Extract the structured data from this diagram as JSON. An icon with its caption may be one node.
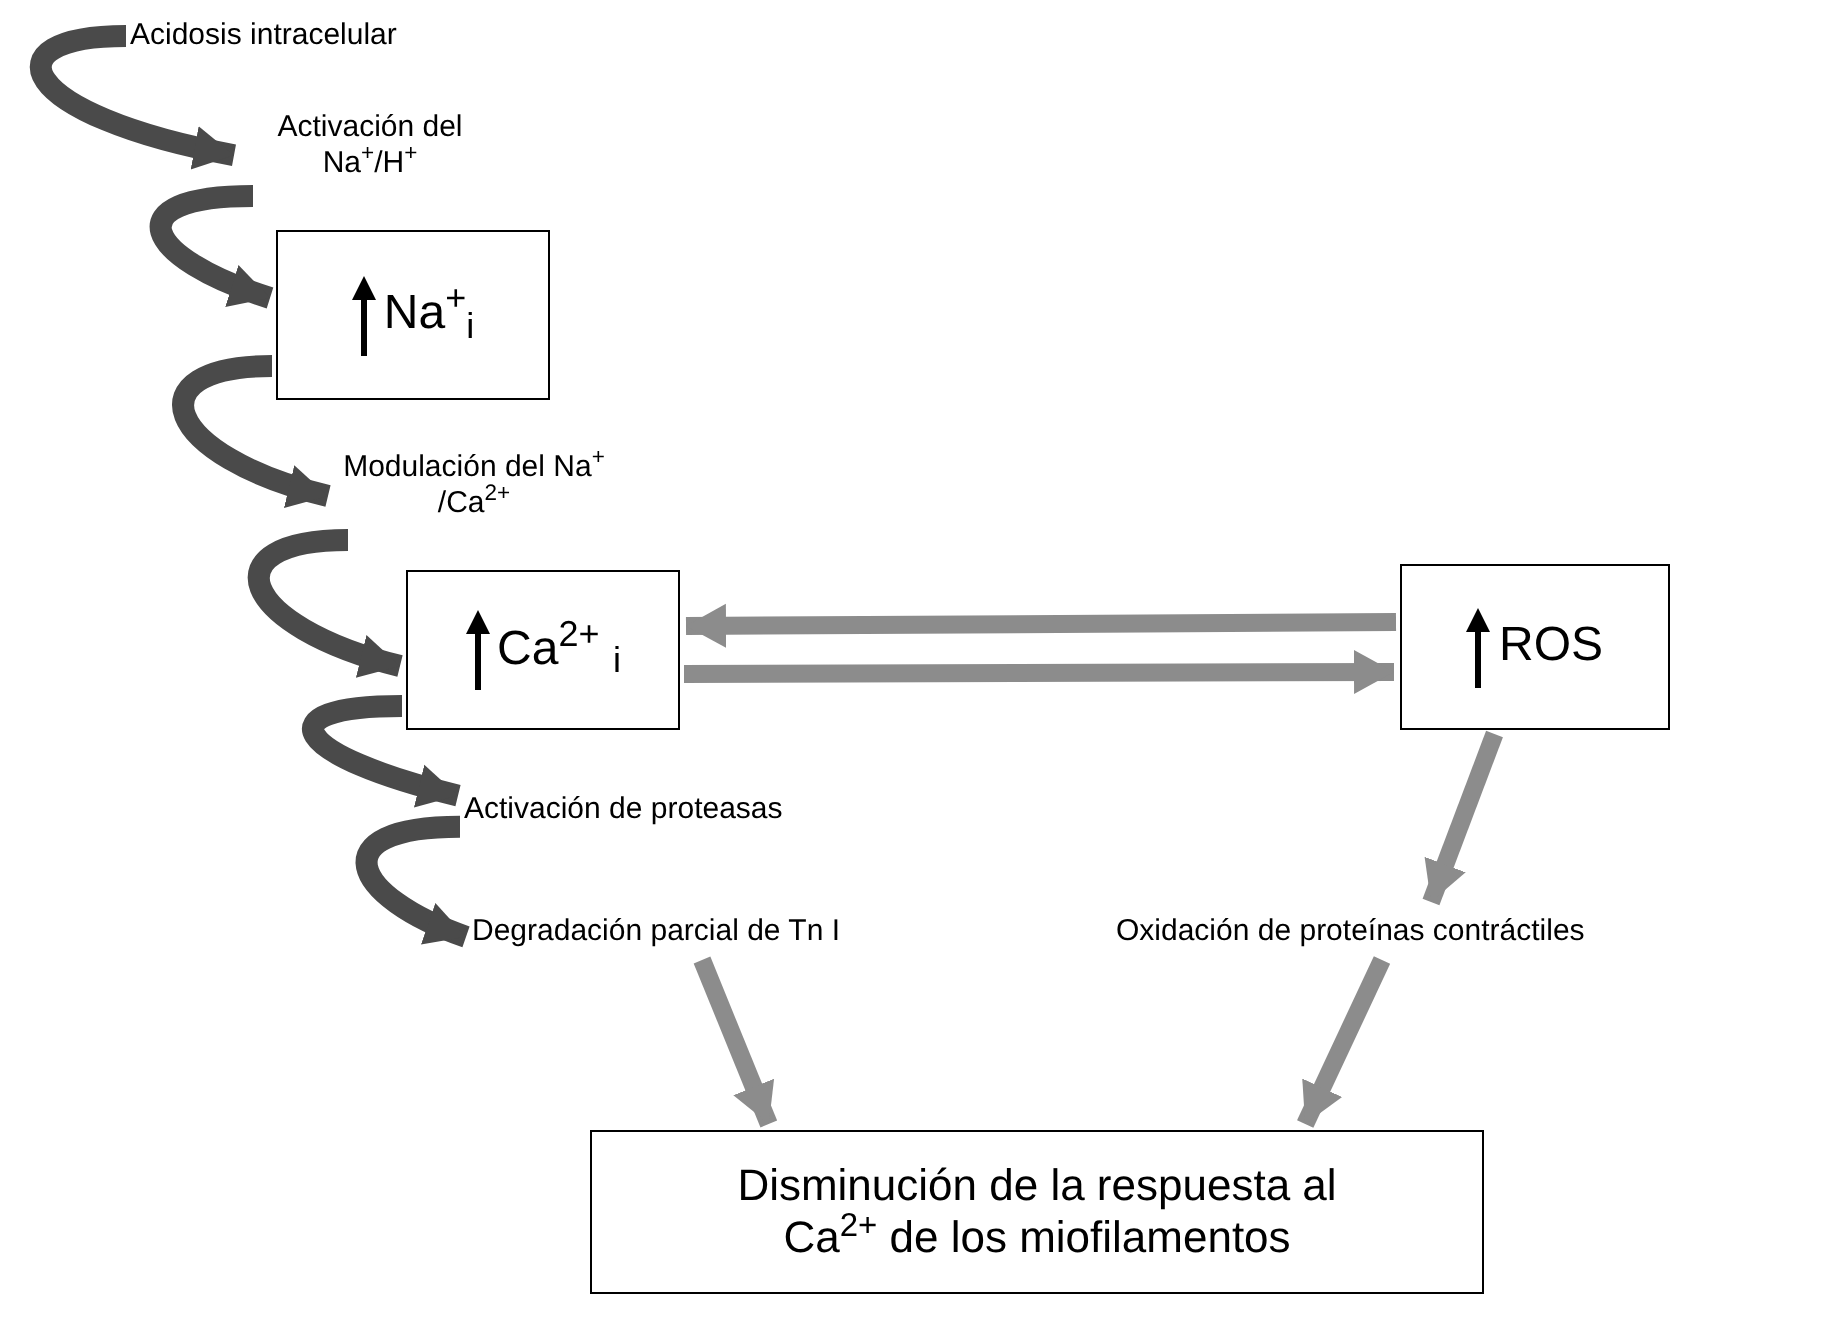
{
  "diagram": {
    "nodes": [
      {
        "text": [
          "Acidosis intracelular"
        ]
      },
      {
        "text": [
          "Activación del Na$^{+}$/H$^{+}$"
        ]
      },
      {
        "text": [
          "Na$^{+}$$_{i}$"
        ]
      },
      {
        "text": [
          "Modulación del Na$^{+}$ /Ca$^{2+}$"
        ]
      },
      {
        "text": [
          "Ca$^{2+}$ $_{i}$"
        ]
      },
      {
        "text": [
          "ROS"
        ]
      },
      {
        "text": [
          "Activación de proteasas"
        ]
      },
      {
        "text": [
          "Degradación parcial de Tn I"
        ]
      },
      {
        "text": [
          "Oxidación de proteínas contráctiles"
        ]
      },
      {
        "text": [
          "Disminución de la respuesta al Ca$^{2+}$ de los miofilamentos"
        ]
      }
    ],
    "edges": [
      {
        "from": 0,
        "to": 1,
        "arrow": "to"
      },
      {
        "from": 1,
        "to": 2,
        "arrow": "to"
      },
      {
        "from": 2,
        "to": 3,
        "arrow": "to"
      },
      {
        "from": 3,
        "to": 4,
        "arrow": "to"
      },
      {
        "from": 4,
        "to": 6,
        "arrow": "to"
      },
      {
        "from": 6,
        "to": 7,
        "arrow": "to"
      },
      {
        "from": 5,
        "to": 4,
        "arrow": "to",
        "color": "#8c8c8c"
      },
      {
        "from": 4,
        "to": 5,
        "arrow": "to",
        "color": "#8c8c8c"
      },
      {
        "from": 5,
        "to": 8,
        "arrow": "to",
        "color": "#8c8c8c"
      },
      {
        "from": 7,
        "to": 9,
        "arrow": "to",
        "color": "#8c8c8c"
      },
      {
        "from": 8,
        "to": 9,
        "arrow": "to",
        "color": "#8c8c8c"
      }
    ]
  }
}
